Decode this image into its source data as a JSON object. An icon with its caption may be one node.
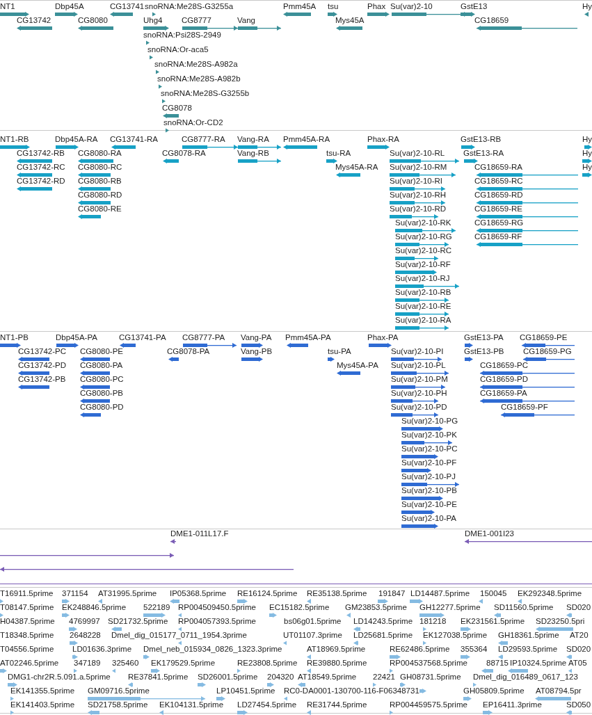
{
  "diagram": {
    "labels": [
      "NT1",
      "Dbp45A",
      "CG13741",
      "snoRNA:Me28S-G3255a",
      "Pmm45A",
      "tsu",
      "Phax",
      "Su(var)2-10",
      "GstE13",
      "Hy",
      "CG13742",
      "CG8080",
      "Uhg4",
      "CG8777",
      "Vang",
      "Mys45A",
      "CG18659",
      "snoRNA:Psi28S-2949",
      "snoRNA:Or-aca5",
      "snoRNA:Me28S-A982a",
      "snoRNA:Me28S-A982b",
      "snoRNA:Me28S-G3255b",
      "CG8078",
      "snoRNA:Or-CD2",
      "NT1-RB",
      "Dbp45A-RA",
      "CG13741-RA",
      "CG8777-RA",
      "Vang-RA",
      "Pmm45A-RA",
      "Phax-RA",
      "GstE13-RB",
      "Hy",
      "CG13742-RB",
      "CG8080-RA",
      "CG8078-RA",
      "Vang-RB",
      "tsu-RA",
      "Su(var)2-10-RL",
      "GstE13-RA",
      "Hy",
      "CG13742-RC",
      "CG8080-RC",
      "Mys45A-RA",
      "Su(var)2-10-RM",
      "CG18659-RA",
      "Hy",
      "CG13742-RD",
      "CG8080-RB",
      "Su(var)2-10-RI",
      "CG18659-RC",
      "CG8080-RD",
      "Su(var)2-10-RH",
      "CG18659-RD",
      "CG8080-RE",
      "Su(var)2-10-RD",
      "CG18659-RE",
      "Su(var)2-10-RK",
      "CG18659-RG",
      "Su(var)2-10-RG",
      "CG18659-RF",
      "Su(var)2-10-RC",
      "Su(var)2-10-RF",
      "Su(var)2-10-RJ",
      "Su(var)2-10-RB",
      "Su(var)2-10-RE",
      "Su(var)2-10-RA",
      "NT1-PB",
      "Dbp45A-PA",
      "CG13741-PA",
      "CG8777-PA",
      "Vang-PA",
      "Pmm45A-PA",
      "Phax-PA",
      "GstE13-PA",
      "CG18659-PE",
      "CG13742-PC",
      "CG8080-PE",
      "CG8078-PA",
      "Vang-PB",
      "tsu-PA",
      "Su(var)2-10-PI",
      "GstE13-PB",
      "CG18659-PG",
      "CG13742-PD",
      "CG8080-PA",
      "Mys45A-PA",
      "Su(var)2-10-PL",
      "CG18659-PC",
      "CG13742-PB",
      "CG8080-PC",
      "Su(var)2-10-PM",
      "CG18659-PD",
      "CG8080-PB",
      "Su(var)2-10-PH",
      "CG18659-PA",
      "CG8080-PD",
      "Su(var)2-10-PD",
      "CG18659-PF",
      "Su(var)2-10-PG",
      "Su(var)2-10-PK",
      "Su(var)2-10-PC",
      "Su(var)2-10-PF",
      "Su(var)2-10-PJ",
      "Su(var)2-10-PB",
      "Su(var)2-10-PE",
      "Su(var)2-10-PA",
      "DME1-011L17.F",
      "DME1-001I23",
      "T16911.5prime",
      "371154",
      "AT31995.5prime",
      "IP05368.5prime",
      "RE16124.5prime",
      "RE35138.5prime",
      "191847",
      "LD14487.5prime",
      "150045",
      "EK292348.5prime",
      "T08147.5prime",
      "EK248846.5prime",
      "522189",
      "RP004509450.5prime",
      "EC15182.5prime",
      "GM23853.5prime",
      "GH12277.5prime",
      "SD11560.5prime",
      "SD020",
      "H04387.5prime",
      "4769997",
      "SD21732.5prime",
      "RP004057393.5prime",
      "bs06g01.5prime",
      "LD14243.5prime",
      "181218",
      "EK231561.5prime",
      "SD23250.5pri",
      "T18348.5prime",
      "2648228",
      "Dmel_dig_015177_0711_1954.3prime",
      "UT01107.3prime",
      "LD25681.5prime",
      "EK127038.5prime",
      "GH18361.5prime",
      "AT20",
      "T04556.5prime",
      "LD01636.3prime",
      "Dmel_neb_015934_0826_1323.3prime",
      "AT18969.5prime",
      "RE62486.5prime",
      "355364",
      "LD29593.5prime",
      "SD020",
      "AT02246.5prime",
      "347189",
      "325460",
      "EK179529.5prime",
      "RE23808.5prime",
      "RE39880.5prime",
      "RP004537568.5prime",
      "88715",
      "IP10324.5prime",
      "AT05",
      "DMG1-chr2R.5.091.a.5prime",
      "RE37841.5prime",
      "SD26001.5prime",
      "204320",
      "AT18549.5prime",
      "22421",
      "GH08731.5prime",
      "Dmel_dig_016489_0617_123",
      "EK141355.5prime",
      "GM09716.5prime",
      "LP10451.5prime",
      "RC0-DA0001-130700-116-F06348731",
      "GH05809.5prime",
      "AT08794.5pr",
      "EK141403.5prime",
      "SD21758.5prime",
      "EK104131.5prime",
      "LD27454.5prime",
      "RE31744.5prime",
      "RP004459575.5prime",
      "EP16411.3prime",
      "SD050"
    ]
  }
}
